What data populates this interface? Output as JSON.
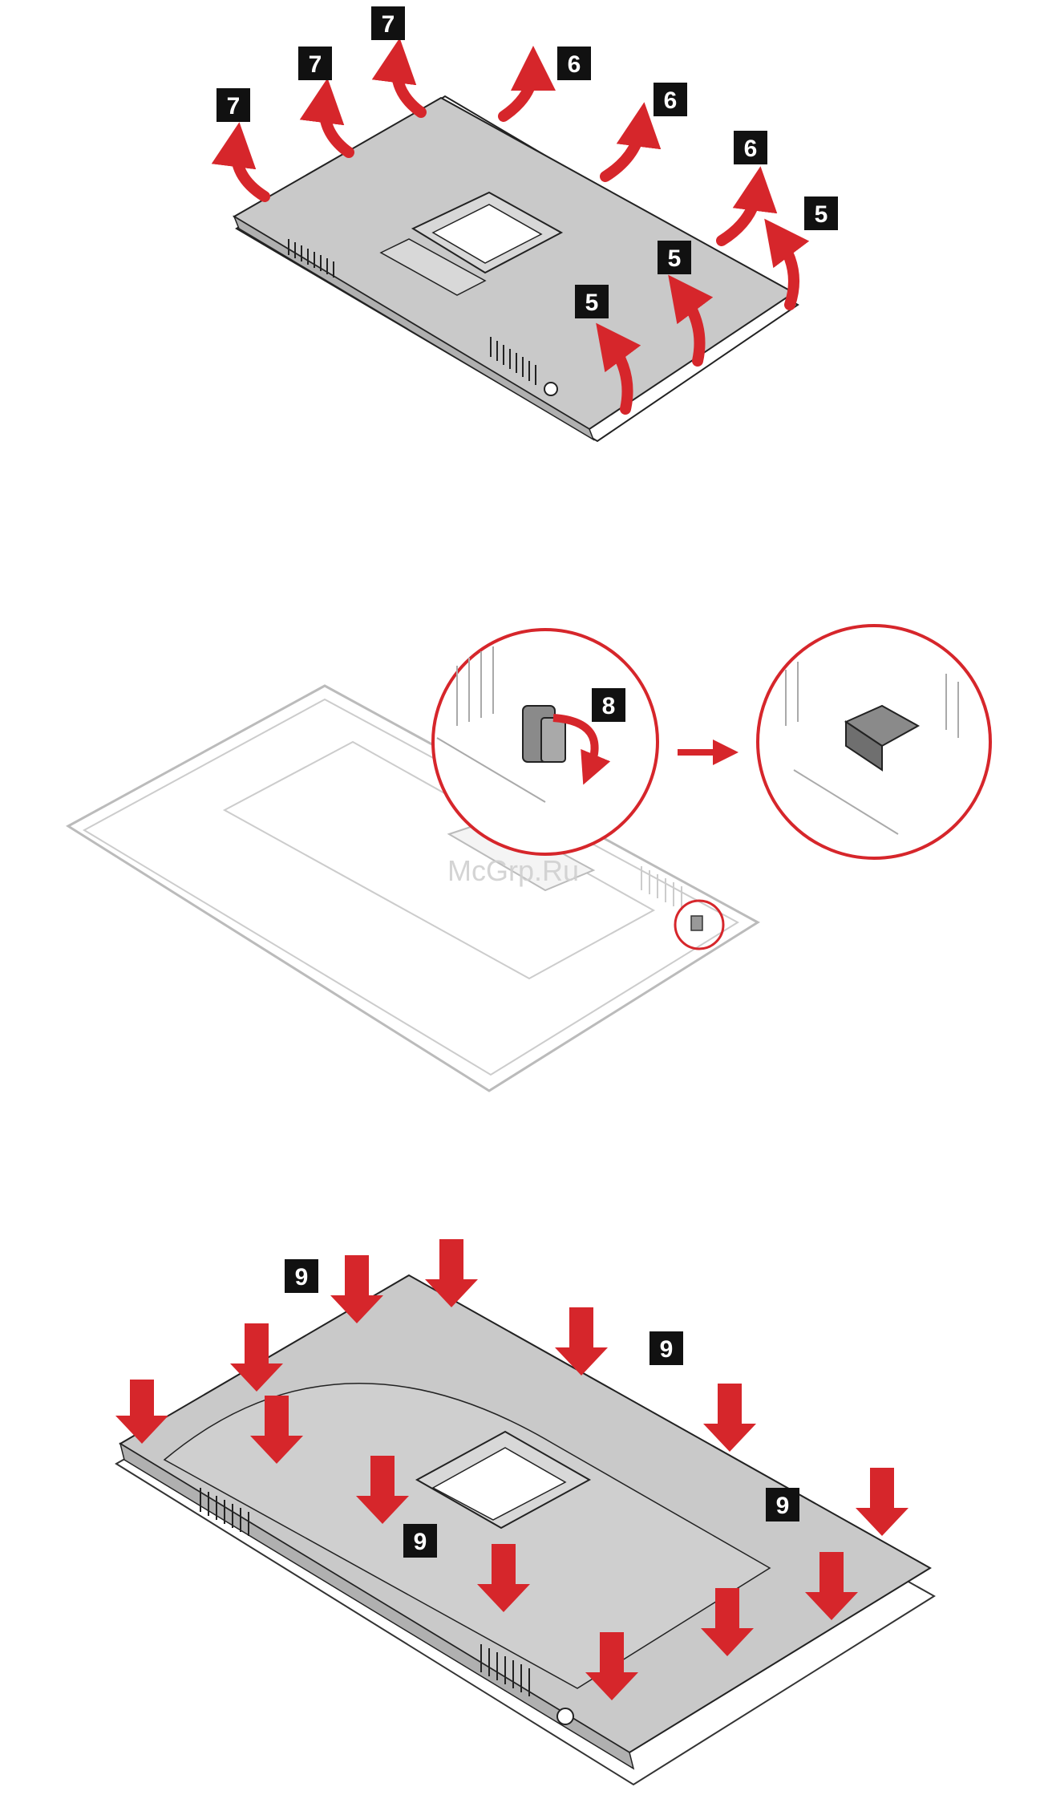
{
  "figure1": {
    "steps": [
      "7",
      "7",
      "7",
      "6",
      "6",
      "6",
      "5",
      "5",
      "5"
    ]
  },
  "figure2": {
    "steps": [
      "8"
    ]
  },
  "figure3": {
    "steps": [
      "9",
      "9",
      "9",
      "9"
    ]
  },
  "watermark": "McGrp.Ru",
  "colors": {
    "arrow": "#d6262b",
    "cover": "#c9c9c9",
    "outline": "#222222",
    "badge_bg": "#111111",
    "badge_fg": "#ffffff"
  }
}
